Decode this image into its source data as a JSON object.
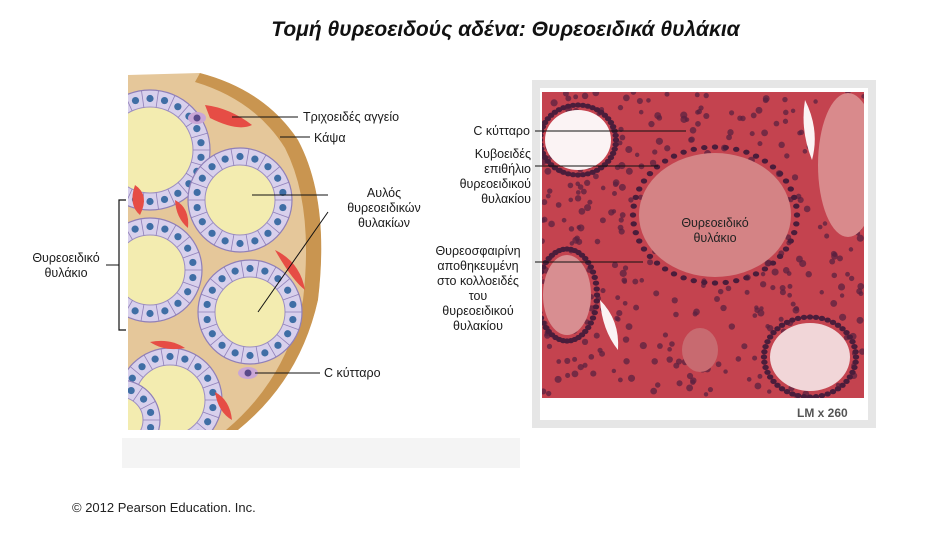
{
  "title": "Τομή θυρεοειδούς αδένα: Θυρεοειδικά θυλάκια",
  "diagram": {
    "labels": {
      "capillary": "Τριχοειδές αγγείο",
      "capsule": "Κάψα",
      "lumen": [
        "Αυλός",
        "θυρεοειδικών",
        "θυλακίων"
      ],
      "follicle": [
        "Θυρεοειδικό",
        "θυλάκιο"
      ],
      "c_cell": "C κύτταρο"
    }
  },
  "micrograph": {
    "labels": {
      "c_cell": "C κύτταρο",
      "epithelium": [
        "Κυβοειδές",
        "επιθήλιο",
        "θυρεοειδικού",
        "θυλακίου"
      ],
      "thyroglobulin": [
        "Θυρεοσφαιρίνη",
        "αποθηκευμένη",
        "στο κολλοειδές",
        "του",
        "θυρεοειδικού",
        "θυλακίου"
      ],
      "follicle": [
        "Θυρεοειδικό",
        "θυλάκιο"
      ]
    },
    "magnification": "LM x 260"
  },
  "copyright": "© 2012 Pearson Education. Inc.",
  "colors": {
    "colloid": "#f3ecb0",
    "follicle_cell": "#d8d0ec",
    "nucleus": "#3f6ea5",
    "connective": "#e5c79a",
    "capsule": "#d2a35c",
    "vessel": "#e64d45",
    "micro_tissue": "#c4434f",
    "micro_colloid": "#d48385"
  }
}
